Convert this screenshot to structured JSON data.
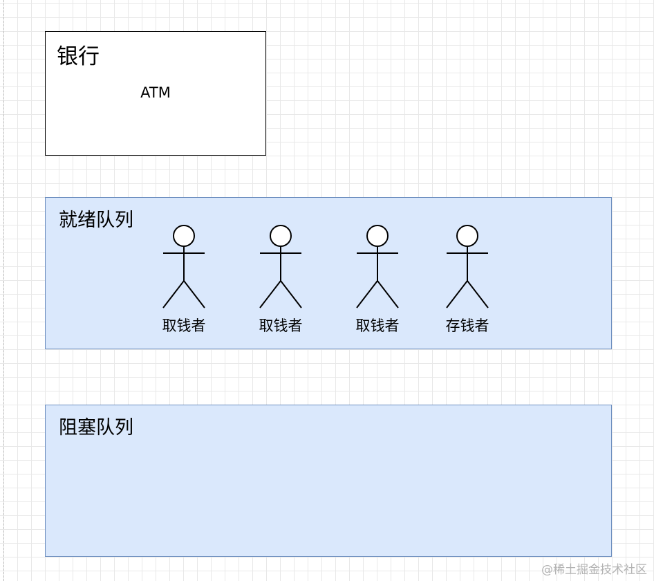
{
  "bank": {
    "title": "银行",
    "atm_label": "ATM"
  },
  "ready_queue": {
    "title": "就绪队列",
    "actors": [
      {
        "label": "取钱者"
      },
      {
        "label": "取钱者"
      },
      {
        "label": "取钱者"
      },
      {
        "label": "存钱者"
      }
    ]
  },
  "blocked_queue": {
    "title": "阻塞队列"
  },
  "watermark": "@稀土掘金技术社区",
  "colors": {
    "queue_fill": "#dae8fc",
    "queue_border": "#6c8ebf",
    "bank_border": "#000000"
  }
}
